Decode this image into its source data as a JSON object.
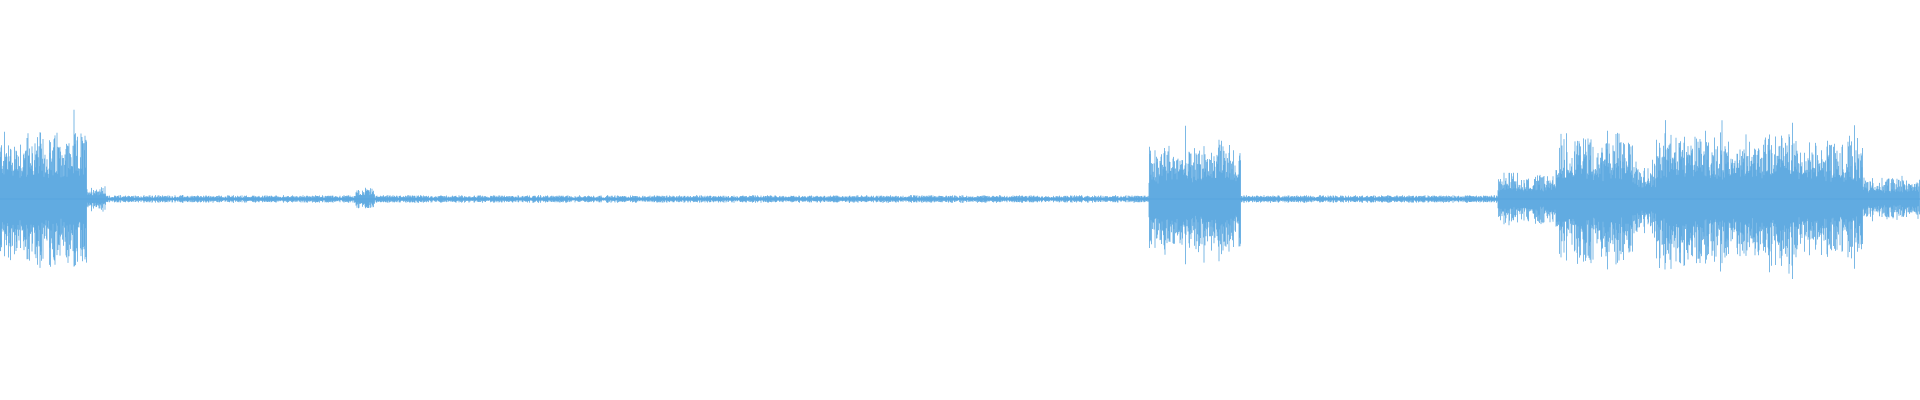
{
  "waveform": {
    "color": "#5ba8e0",
    "background": "#ffffff",
    "segments": [
      {
        "start": 0.0,
        "end": 0.045,
        "level": 0.32
      },
      {
        "start": 0.045,
        "end": 0.055,
        "level": 0.06
      },
      {
        "start": 0.055,
        "end": 0.185,
        "level": 0.015
      },
      {
        "start": 0.185,
        "end": 0.195,
        "level": 0.05
      },
      {
        "start": 0.195,
        "end": 0.598,
        "level": 0.015
      },
      {
        "start": 0.598,
        "end": 0.646,
        "level": 0.26
      },
      {
        "start": 0.646,
        "end": 0.78,
        "level": 0.015
      },
      {
        "start": 0.78,
        "end": 0.81,
        "level": 0.12
      },
      {
        "start": 0.81,
        "end": 0.85,
        "level": 0.3
      },
      {
        "start": 0.85,
        "end": 0.862,
        "level": 0.18
      },
      {
        "start": 0.862,
        "end": 0.935,
        "level": 0.32
      },
      {
        "start": 0.935,
        "end": 0.97,
        "level": 0.28
      },
      {
        "start": 0.97,
        "end": 1.0,
        "level": 0.1
      }
    ]
  }
}
